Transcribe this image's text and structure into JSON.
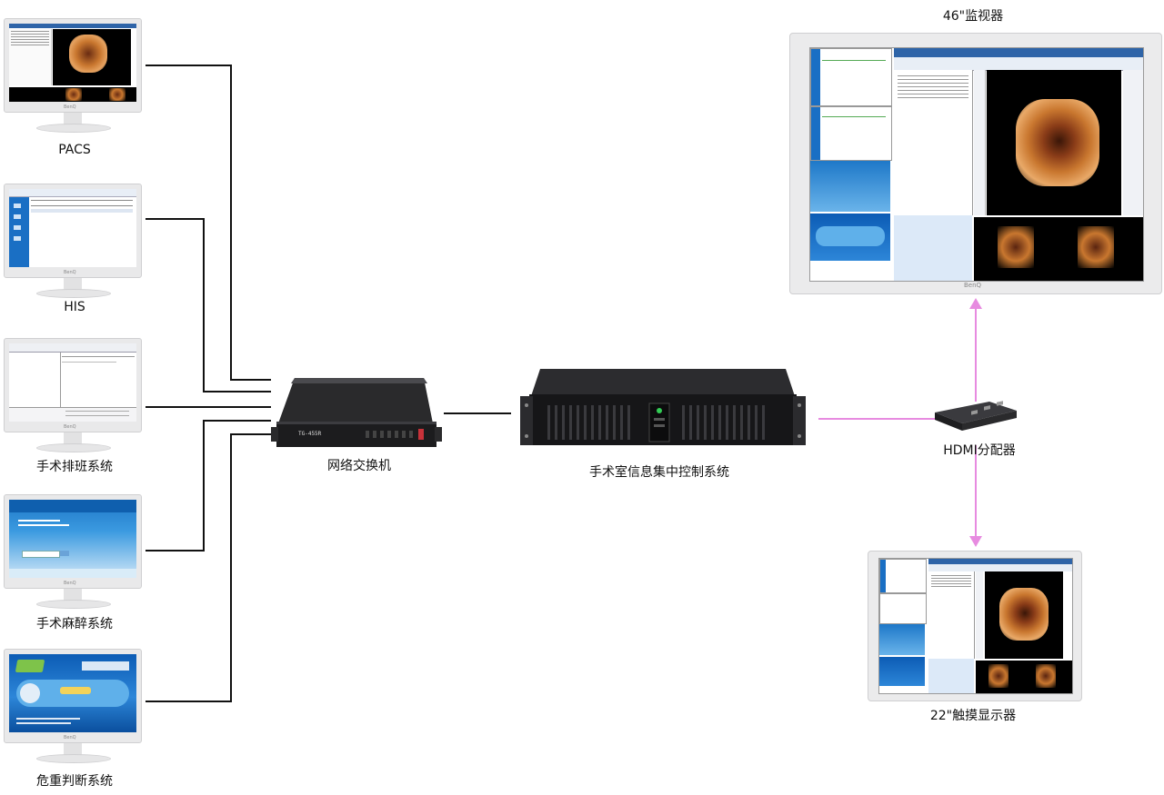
{
  "diagram": {
    "left_systems": [
      {
        "label": "PACS"
      },
      {
        "label": "HIS"
      },
      {
        "label": "手术排班系统"
      },
      {
        "label": "手术麻醉系统"
      },
      {
        "label": "危重判断系统"
      }
    ],
    "switch": {
      "label": "网络交换机",
      "device_text": "TG-455R"
    },
    "server": {
      "label": "手术室信息集中控制系统"
    },
    "splitter": {
      "label": "HDMI分配器"
    },
    "monitor_top": {
      "label": "46\"监视器"
    },
    "monitor_bottom": {
      "label": "22\"触摸显示器"
    },
    "monitor_brand": "BenQ"
  },
  "colors": {
    "wire": "#111111",
    "hdmi_link": "#e78be0",
    "screen_blue": "#1a6fc4",
    "endoscope": "#c9772f"
  }
}
